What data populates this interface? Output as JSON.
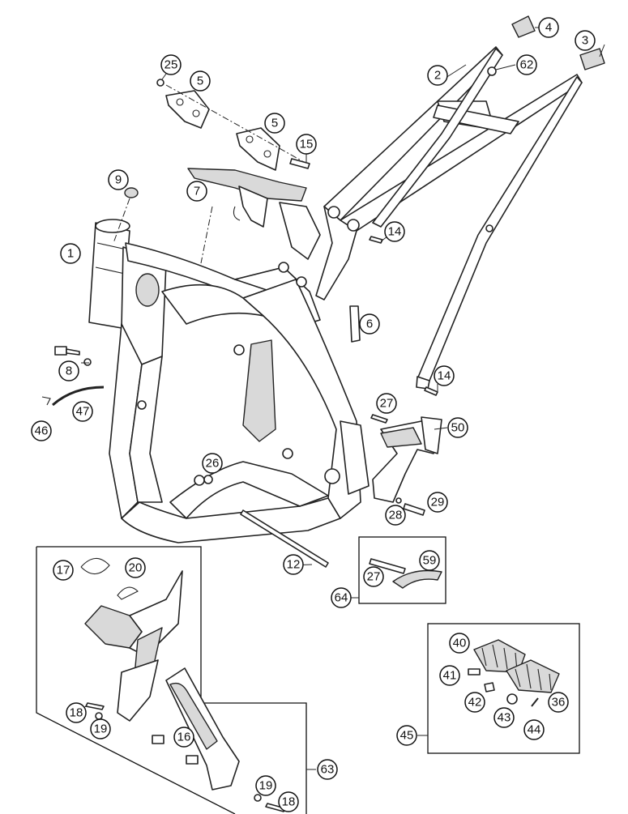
{
  "callouts": {
    "c1": "1",
    "c2": "2",
    "c3": "3",
    "c4": "4",
    "c5a": "5",
    "c5b": "5",
    "c6": "6",
    "c7": "7",
    "c8": "8",
    "c9": "9",
    "c12": "12",
    "c14a": "14",
    "c14b": "14",
    "c15": "15",
    "c16": "16",
    "c17": "17",
    "c18a": "18",
    "c18b": "18",
    "c19a": "19",
    "c19b": "19",
    "c20": "20",
    "c25": "25",
    "c26": "26",
    "c27a": "27",
    "c27b": "27",
    "c28": "28",
    "c29": "29",
    "c36": "36",
    "c40": "40",
    "c41": "41",
    "c42": "42",
    "c43": "43",
    "c44": "44",
    "c45": "45",
    "c46": "46",
    "c47": "47",
    "c50": "50",
    "c59": "59",
    "c62": "62",
    "c63": "63",
    "c64": "64"
  }
}
